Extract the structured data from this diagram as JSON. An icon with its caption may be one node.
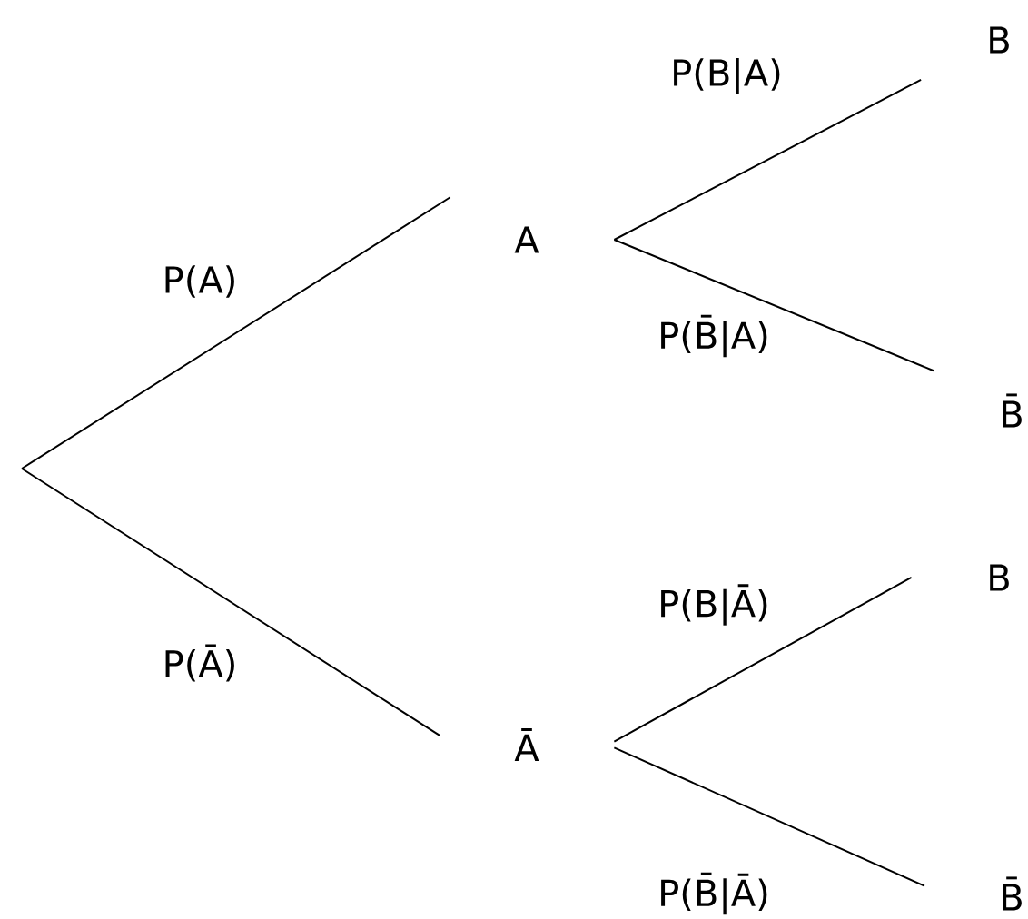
{
  "diagram": {
    "nodes": [
      {
        "text": [
          "A"
        ]
      },
      {
        "text": [
          "Ā"
        ]
      },
      {
        "text": [
          "B"
        ]
      },
      {
        "text": [
          "B̄"
        ]
      },
      {
        "text": [
          "B"
        ]
      },
      {
        "text": [
          "B̄"
        ]
      }
    ],
    "edges": [
      {
        "from": null,
        "to": 0,
        "arrow": "none",
        "label": "P(A)"
      },
      {
        "from": null,
        "to": 1,
        "arrow": "none",
        "label": "P(Ā)"
      },
      {
        "from": 0,
        "to": 2,
        "arrow": "none",
        "label": "P(B|A)"
      },
      {
        "from": 0,
        "to": 3,
        "arrow": "none",
        "label": "P(B̄|A)"
      },
      {
        "from": 1,
        "to": 4,
        "arrow": "none",
        "label": "P(B|Ā)"
      },
      {
        "from": 1,
        "to": 5,
        "arrow": "none",
        "label": "P(B̄|Ā)"
      }
    ]
  }
}
